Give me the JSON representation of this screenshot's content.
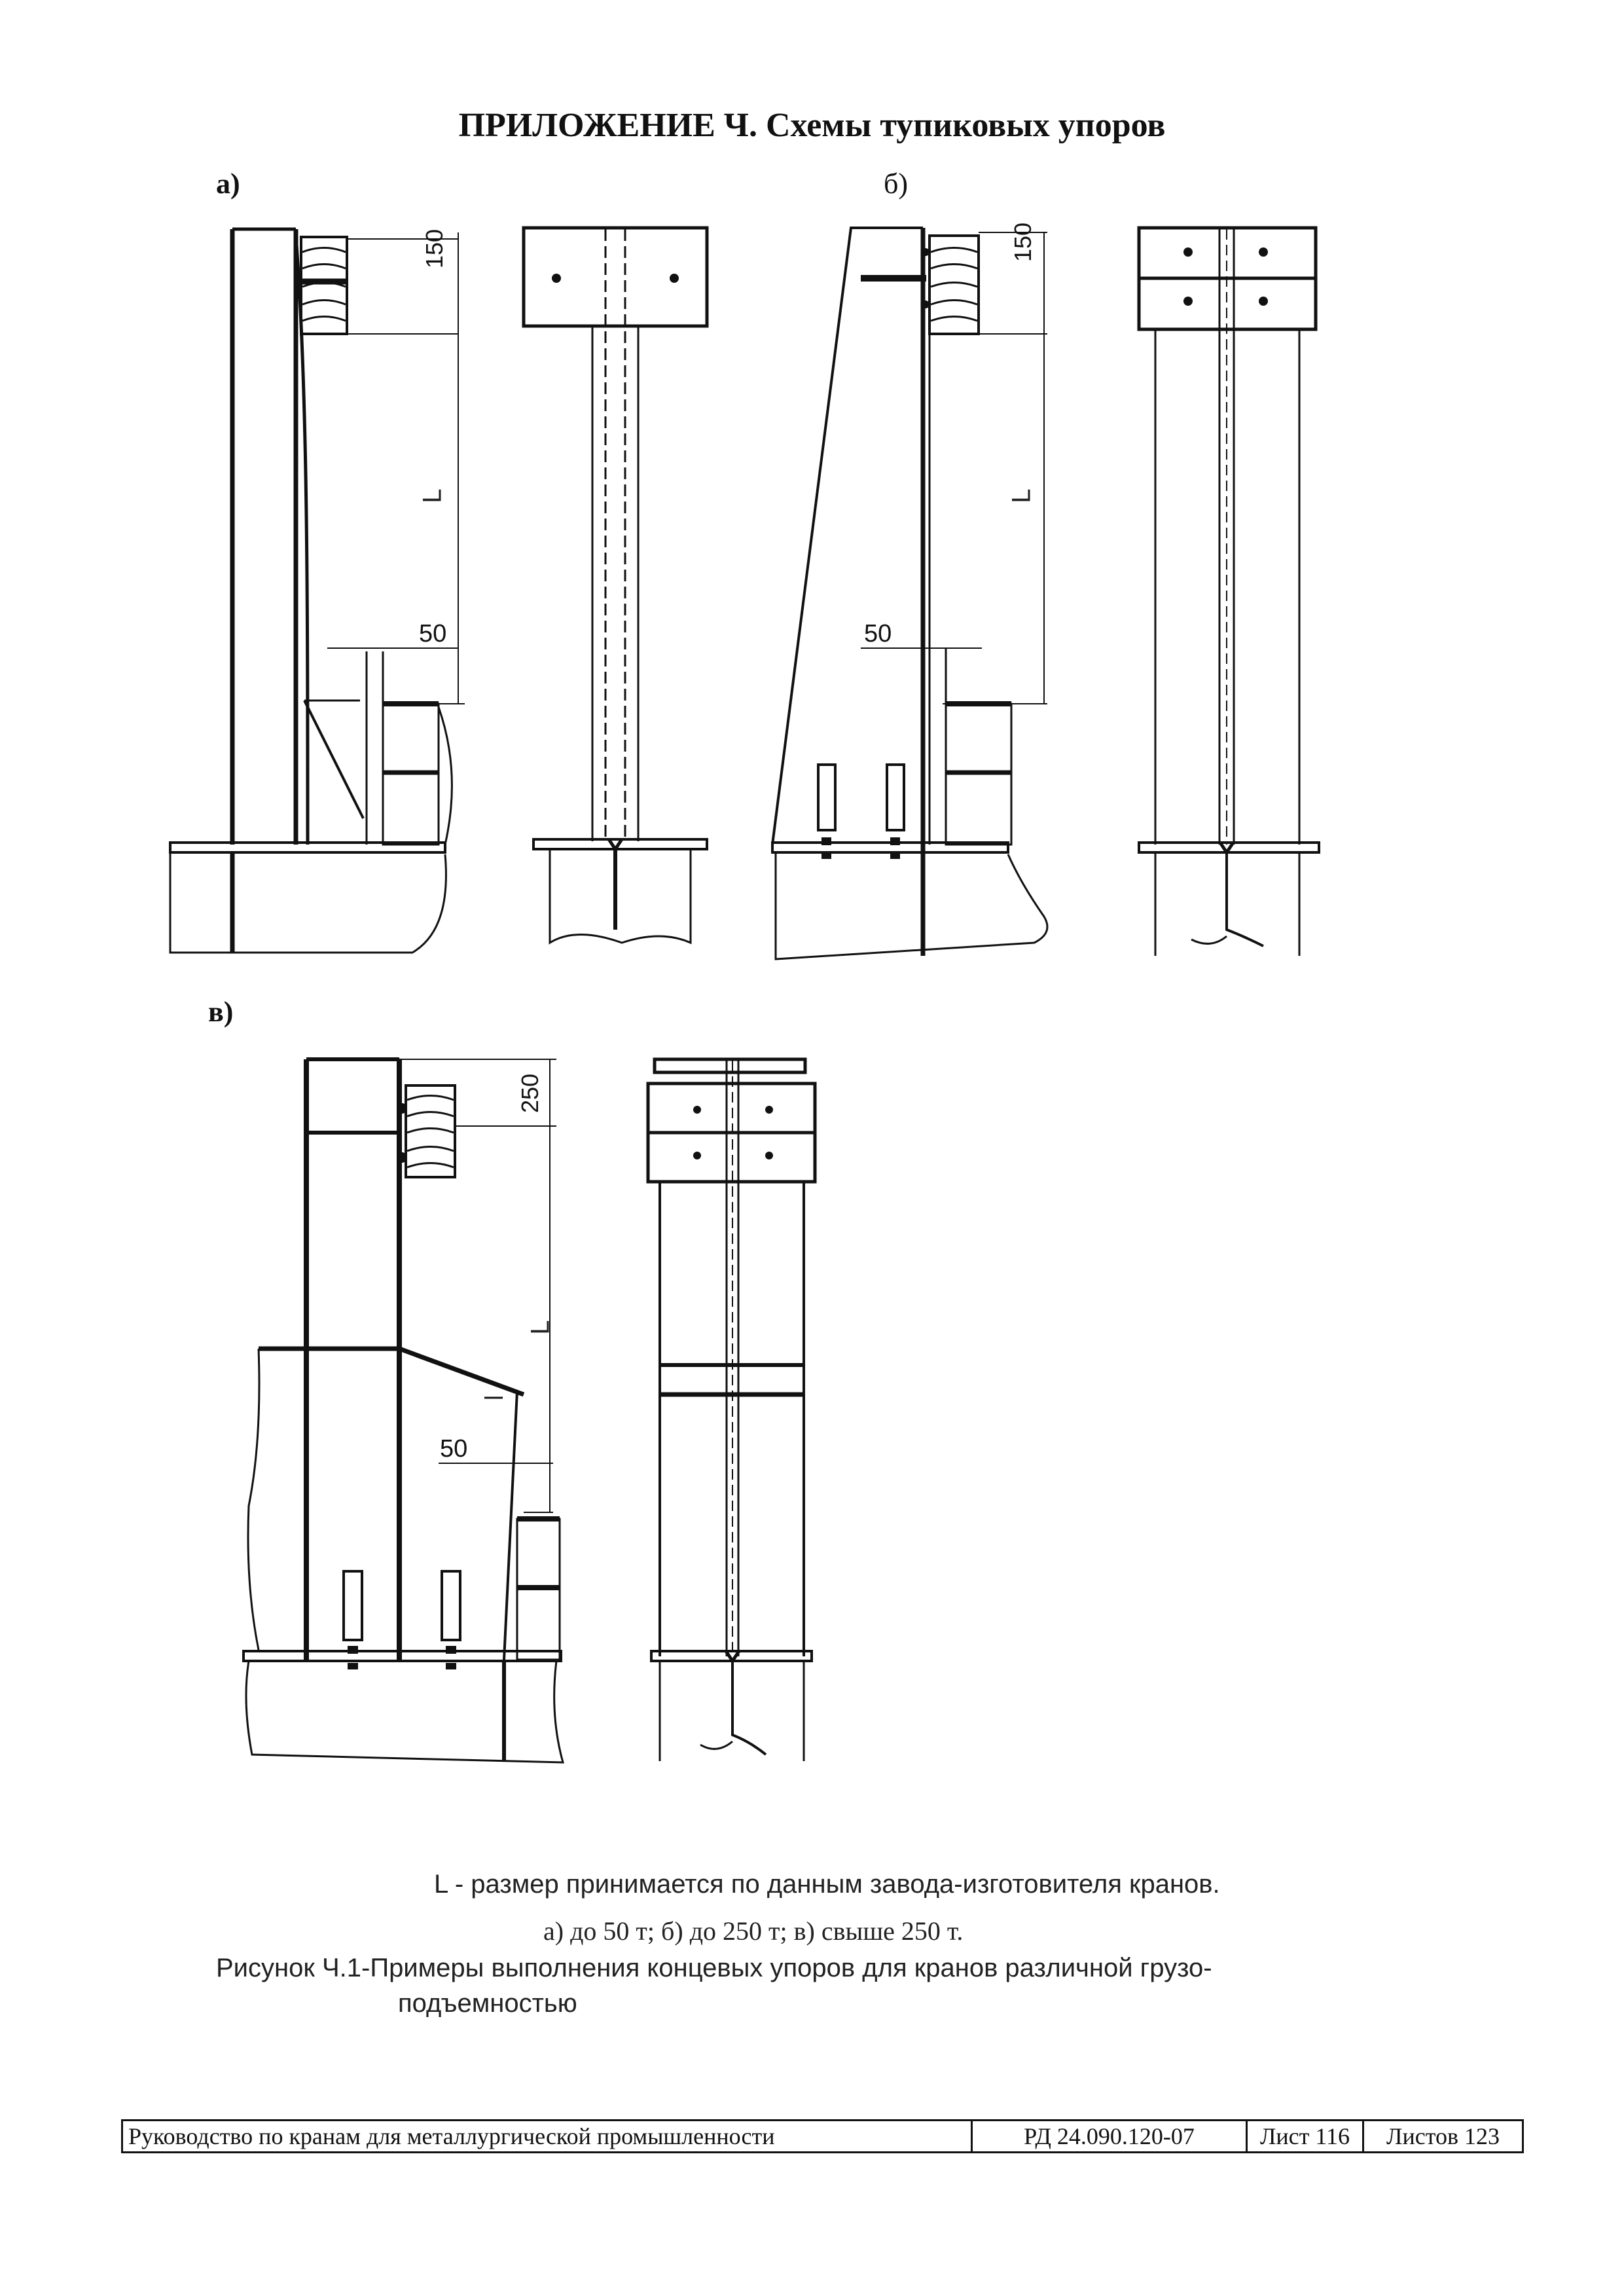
{
  "title": "ПРИЛОЖЕНИЕ Ч. Схемы тупиковых упоров",
  "labels": {
    "a": "а)",
    "b": "б)",
    "v": "в)"
  },
  "dimensions": {
    "d150_a": "150",
    "d150_b": "150",
    "d250": "250",
    "d50_a": "50",
    "d50_b": "50",
    "d50_v": "50",
    "L": "L"
  },
  "caption": {
    "note": "L - размер принимается по данным завода-изготовителя кранов.",
    "capacities": "а) до 50 т;   б) до 250 т;     в) свыше 250 т.",
    "figure_line1": "Рисунок Ч.1-Примеры выполнения концевых упоров для кранов различной грузо-",
    "figure_line2": "подъемностью"
  },
  "footer": {
    "doc_title": "Руководство по кранам для металлургической промышленности",
    "doc_code": "РД 24.090.120-07",
    "sheet": "Лист 116",
    "sheets_total": "Листов 123"
  }
}
